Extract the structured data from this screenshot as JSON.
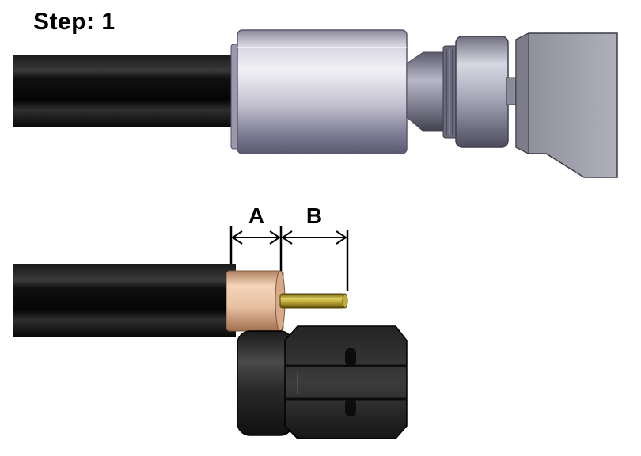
{
  "title": "Step: 1",
  "dimensions": {
    "a_label": "A",
    "b_label": "B"
  },
  "colors": {
    "cable_jacket": "#0d0d0d",
    "ferrule": "#b8b6c6",
    "dielectric": "#e6bb9a",
    "center_pin": "#b4a236",
    "connector_nut": "#383838",
    "connector_body": "#9e9ca8"
  }
}
